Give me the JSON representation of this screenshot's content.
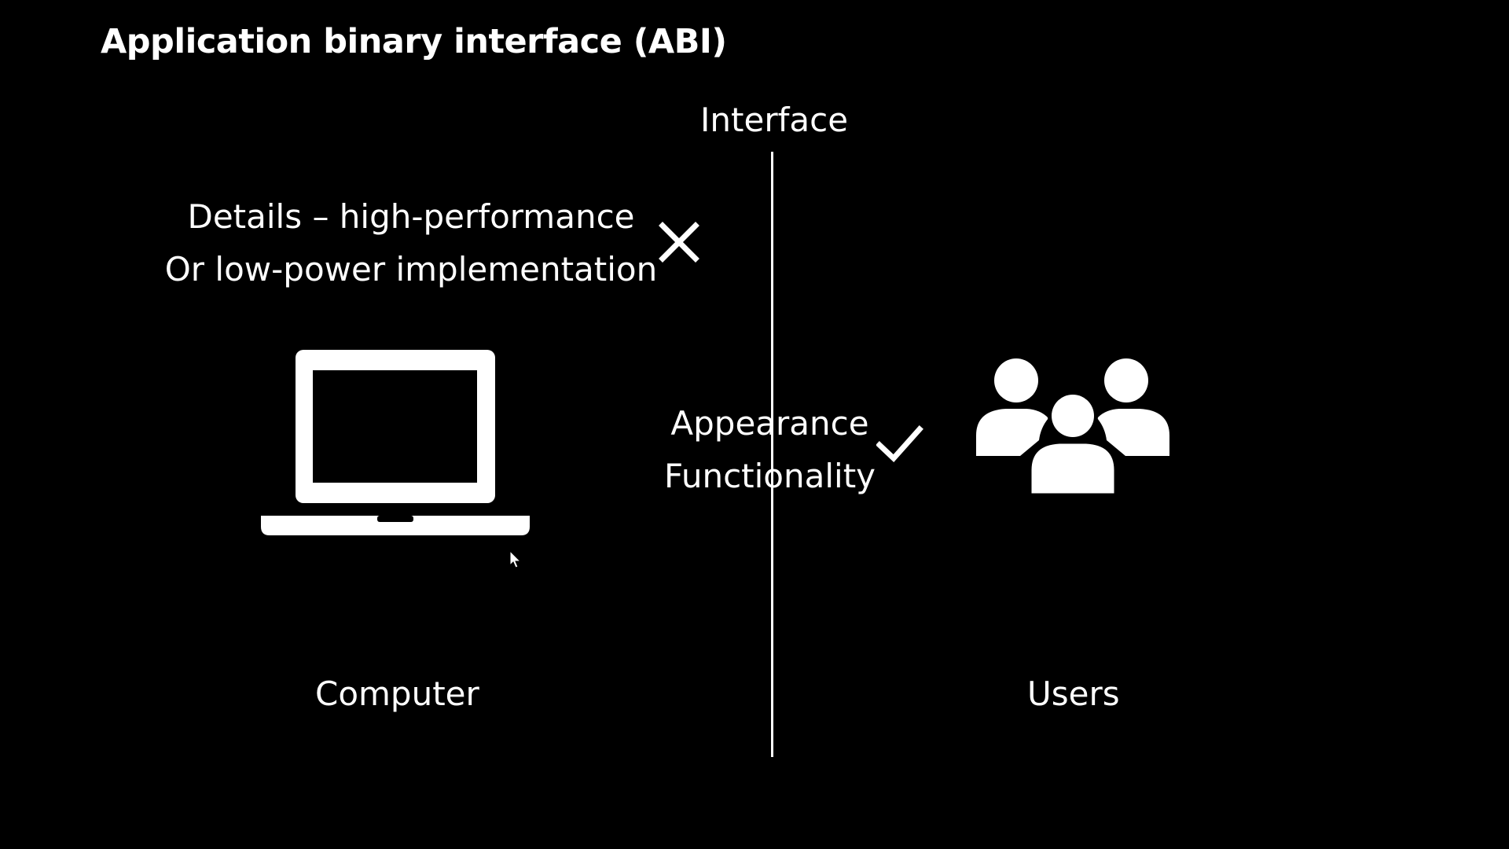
{
  "slide": {
    "title": "Application binary interface (ABI)"
  },
  "diagram": {
    "interface_label": "Interface",
    "left": {
      "details_line1": "Details – high-performance",
      "details_line2": "Or low-power implementation",
      "status_icon": "cross-mark-icon",
      "device_icon": "laptop-icon",
      "caption": "Computer"
    },
    "right": {
      "features_line1": "Appearance",
      "features_line2": "Functionality",
      "status_icon": "check-mark-icon",
      "group_icon": "users-group-icon",
      "caption": "Users"
    }
  },
  "colors": {
    "background": "#000000",
    "foreground": "#ffffff"
  }
}
